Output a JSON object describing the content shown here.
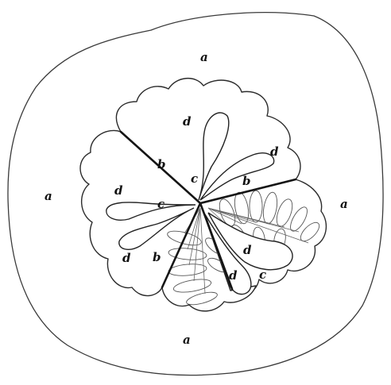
{
  "labels": {
    "a_top": "a",
    "a_left": "a",
    "a_right": "a",
    "a_bottom": "a",
    "b_upper": "b",
    "b_right": "b",
    "b_lower": "b",
    "c_upper": "c",
    "c_left": "c",
    "c_lower": "c",
    "d_1": "d",
    "d_2": "d",
    "d_3": "d",
    "d_4": "d",
    "d_5": "d",
    "d_6": "d"
  }
}
